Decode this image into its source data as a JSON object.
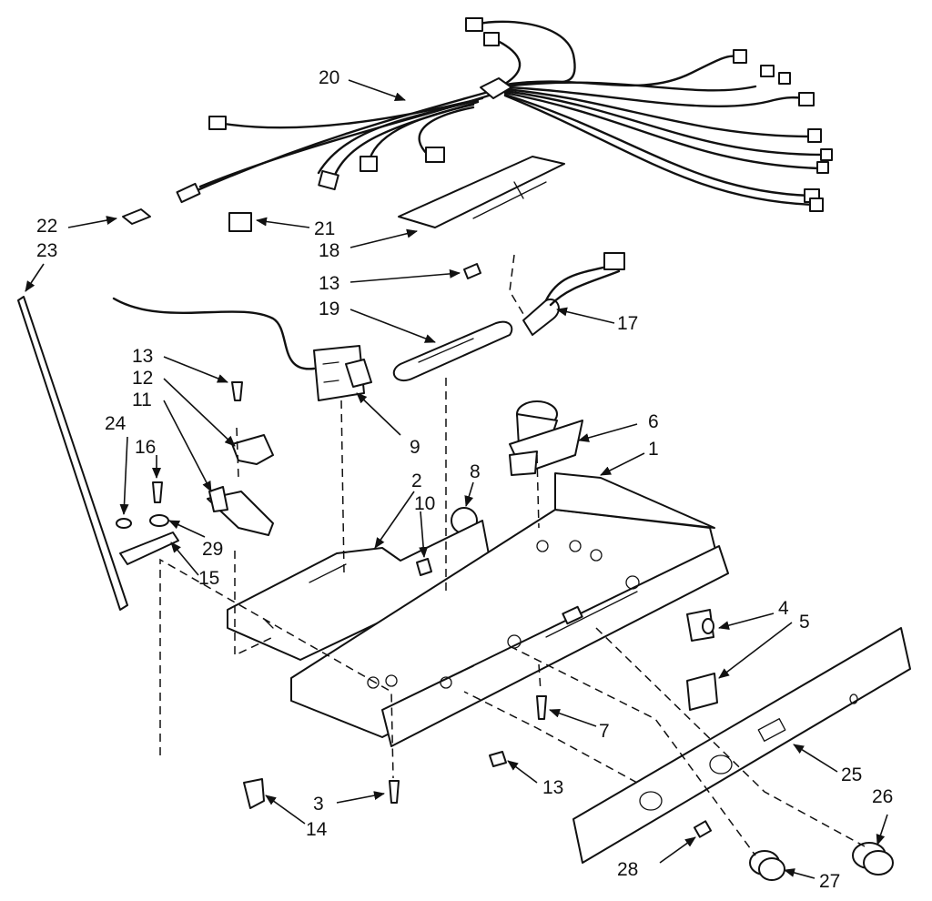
{
  "callouts": [
    {
      "id": "c20",
      "text": "20"
    },
    {
      "id": "c22",
      "text": "22"
    },
    {
      "id": "c23",
      "text": "23"
    },
    {
      "id": "c21",
      "text": "21"
    },
    {
      "id": "c18",
      "text": "18"
    },
    {
      "id": "c13a",
      "text": "13"
    },
    {
      "id": "c19",
      "text": "19"
    },
    {
      "id": "c17",
      "text": "17"
    },
    {
      "id": "c13b",
      "text": "13"
    },
    {
      "id": "c12",
      "text": "12"
    },
    {
      "id": "c11",
      "text": "11"
    },
    {
      "id": "c24",
      "text": "24"
    },
    {
      "id": "c16",
      "text": "16"
    },
    {
      "id": "c29",
      "text": "29"
    },
    {
      "id": "c15",
      "text": "15"
    },
    {
      "id": "c9",
      "text": "9"
    },
    {
      "id": "c2",
      "text": "2"
    },
    {
      "id": "c10",
      "text": "10"
    },
    {
      "id": "c8",
      "text": "8"
    },
    {
      "id": "c6",
      "text": "6"
    },
    {
      "id": "c1",
      "text": "1"
    },
    {
      "id": "c4",
      "text": "4"
    },
    {
      "id": "c5",
      "text": "5"
    },
    {
      "id": "c7",
      "text": "7"
    },
    {
      "id": "c25",
      "text": "25"
    },
    {
      "id": "c13c",
      "text": "13"
    },
    {
      "id": "c26",
      "text": "26"
    },
    {
      "id": "c3",
      "text": "3"
    },
    {
      "id": "c14",
      "text": "14"
    },
    {
      "id": "c28",
      "text": "28"
    },
    {
      "id": "c27",
      "text": "27"
    }
  ]
}
